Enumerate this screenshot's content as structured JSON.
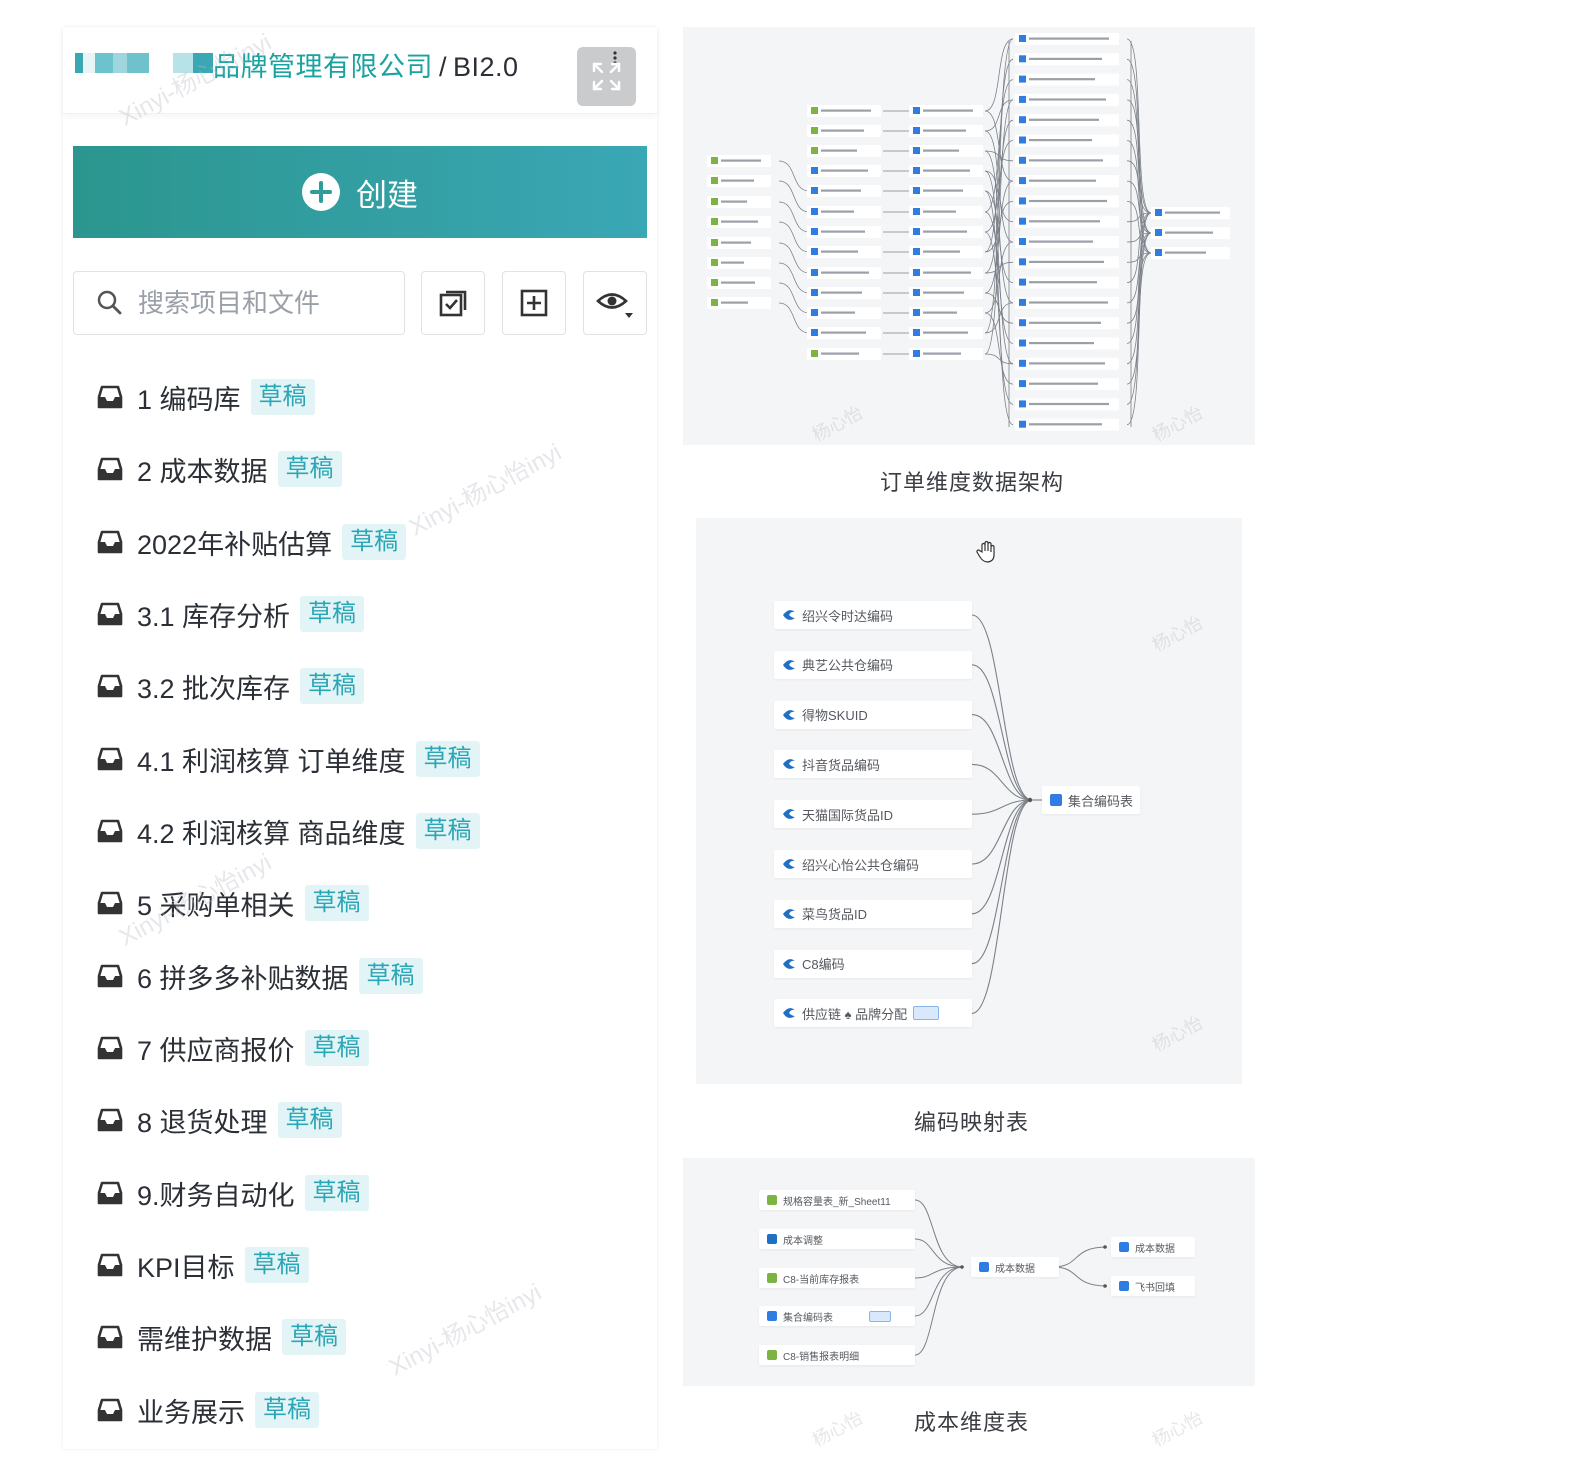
{
  "header": {
    "org_name": "品牌管理有限公司",
    "separator": "/",
    "project": "BI2.0"
  },
  "create_button": {
    "label": "创建"
  },
  "search": {
    "placeholder": "搜索项目和文件"
  },
  "tree_items": [
    {
      "label": "1 编码库",
      "badge": "草稿"
    },
    {
      "label": "2 成本数据",
      "badge": "草稿"
    },
    {
      "label": "2022年补贴估算",
      "badge": "草稿"
    },
    {
      "label": "3.1 库存分析",
      "badge": "草稿"
    },
    {
      "label": "3.2 批次库存",
      "badge": "草稿"
    },
    {
      "label": "4.1 利润核算 订单维度",
      "badge": "草稿"
    },
    {
      "label": "4.2 利润核算 商品维度",
      "badge": "草稿"
    },
    {
      "label": "5 采购单相关",
      "badge": "草稿"
    },
    {
      "label": "6 拼多多补贴数据",
      "badge": "草稿"
    },
    {
      "label": "7 供应商报价",
      "badge": "草稿"
    },
    {
      "label": "8 退货处理",
      "badge": "草稿"
    },
    {
      "label": "9.财务自动化",
      "badge": "草稿"
    },
    {
      "label": "KPI目标",
      "badge": "草稿"
    },
    {
      "label": "需维护数据",
      "badge": "草稿"
    },
    {
      "label": "业务展示",
      "badge": "草稿"
    }
  ],
  "figures": {
    "order": {
      "caption": "订单维度数据架构"
    },
    "code_map": {
      "caption": "编码映射表",
      "sources": [
        "绍兴令时达编码",
        "典艺公共仓编码",
        "得物SKUID",
        "抖音货品编码",
        "天猫国际货品ID",
        "绍兴心怡公共仓编码",
        "菜鸟货品ID",
        "C8编码",
        "供应链 ♠ 品牌分配"
      ],
      "target": "集合编码表"
    },
    "cost": {
      "caption": "成本维度表",
      "sources": [
        "规格容量表_新_Sheet11",
        "成本调整",
        "C8-当前库存报表",
        "集合编码表",
        "C8-销售报表明细"
      ],
      "center": "成本数据",
      "outputs": [
        "成本数据",
        "飞书回填"
      ]
    }
  },
  "watermark": {
    "text": "杨心怡",
    "text_long": "Xinyi-杨心怡inyi"
  },
  "colors": {
    "accent": "#1aa3a0",
    "create_gradient_start": "#2b968e",
    "create_gradient_end": "#3aa7b5",
    "badge_bg": "#e3f4f6",
    "badge_text": "#2aa6b7",
    "node_blue": "#2f7de1",
    "node_green": "#7cb342"
  },
  "icons": {
    "expand": "expand-icon",
    "plus": "plus-circle-icon",
    "search": "search-icon",
    "check": "checkbox-icon",
    "add": "add-square-icon",
    "eye": "eye-icon",
    "folder": "inbox-icon"
  }
}
